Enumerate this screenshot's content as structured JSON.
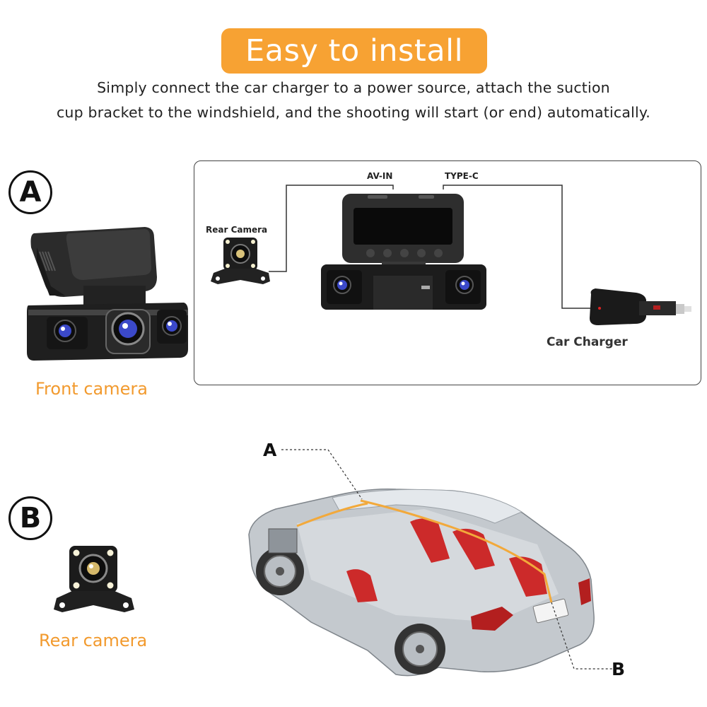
{
  "header": {
    "title": "Easy to install",
    "subtitle_line1": "Simply connect the car charger to a power source, attach the suction",
    "subtitle_line2": "cup bracket to the windshield, and the shooting will start (or end) automatically."
  },
  "section_a": {
    "badge": "A",
    "caption": "Front camera",
    "diagram": {
      "port_avin": "AV-IN",
      "port_typec": "TYPE-C",
      "rear_camera_label": "Rear Camera",
      "car_charger_label": "Car Charger"
    }
  },
  "section_b": {
    "badge": "B",
    "caption": "Rear camera",
    "car_marker_a": "A",
    "car_marker_b": "B"
  },
  "colors": {
    "accent": "#f7a233",
    "caption_orange": "#f29a2e",
    "lens_blue": "#3b49c9",
    "cable_orange": "#f2a93b"
  },
  "icons": [
    "dashcam-front-icon",
    "rear-camera-icon",
    "car-charger-icon",
    "car-cutaway-illustration"
  ]
}
